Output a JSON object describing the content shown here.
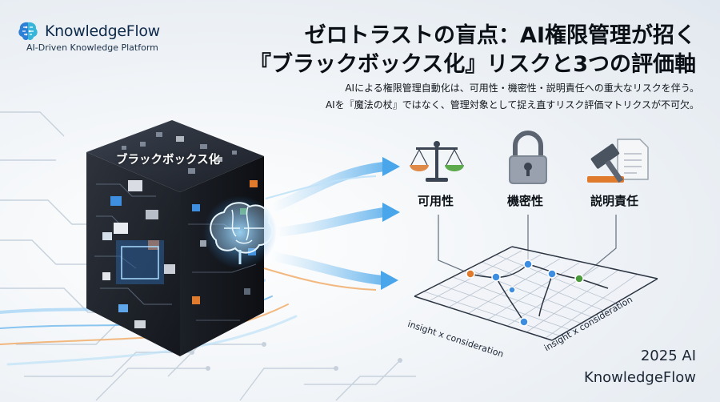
{
  "brand": {
    "name": "KnowledgeFlow",
    "tagline": "AI-Driven Knowledge Platform"
  },
  "title": {
    "line1": "ゼロトラストの盲点：AI権限管理が招く",
    "line2": "『ブラックボックス化』リスクと3つの評価軸"
  },
  "subtitle": {
    "line1": "AIによる権限管理自動化は、可用性・機密性・説明責任への重大なリスクを伴う。",
    "line2": "AIを『魔法の杖』ではなく、管理対象として捉え直すリスク評価マトリクスが不可欠。"
  },
  "cube_label": "ブラックボックス化",
  "axes": [
    {
      "label": "可用性",
      "icon": "scales-icon"
    },
    {
      "label": "機密性",
      "icon": "padlock-icon"
    },
    {
      "label": "説明責任",
      "icon": "gavel-document-icon"
    }
  ],
  "grid": {
    "label_left": "insight x consideration",
    "label_right": "insight x consideration"
  },
  "footer": {
    "year": "2025 AI",
    "brand": "KnowledgeFlow"
  },
  "colors": {
    "navy": "#0e2a4a",
    "accent_blue": "#3d8de0",
    "orange": "#e8843a",
    "green": "#4a9a3c"
  }
}
